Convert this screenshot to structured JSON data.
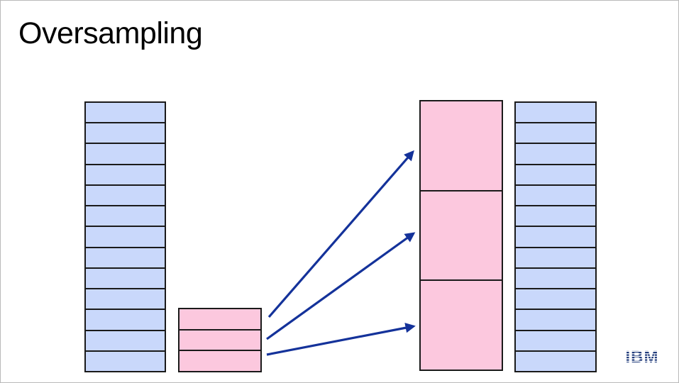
{
  "slide": {
    "title": "Oversampling"
  },
  "diagram": {
    "majority_original": {
      "cell_count": 13,
      "color": "#c9d8fb"
    },
    "minority_original": {
      "cell_count": 3,
      "color": "#fcc8de"
    },
    "minority_oversampled": {
      "cell_count": 3,
      "color": "#fcc8de"
    },
    "majority_copy": {
      "cell_count": 13,
      "color": "#c9d8fb"
    },
    "arrow_color": "#14329a",
    "arrow_count": 3
  },
  "logo": {
    "text": "IBM",
    "icon": "ibm-logo-icon"
  }
}
